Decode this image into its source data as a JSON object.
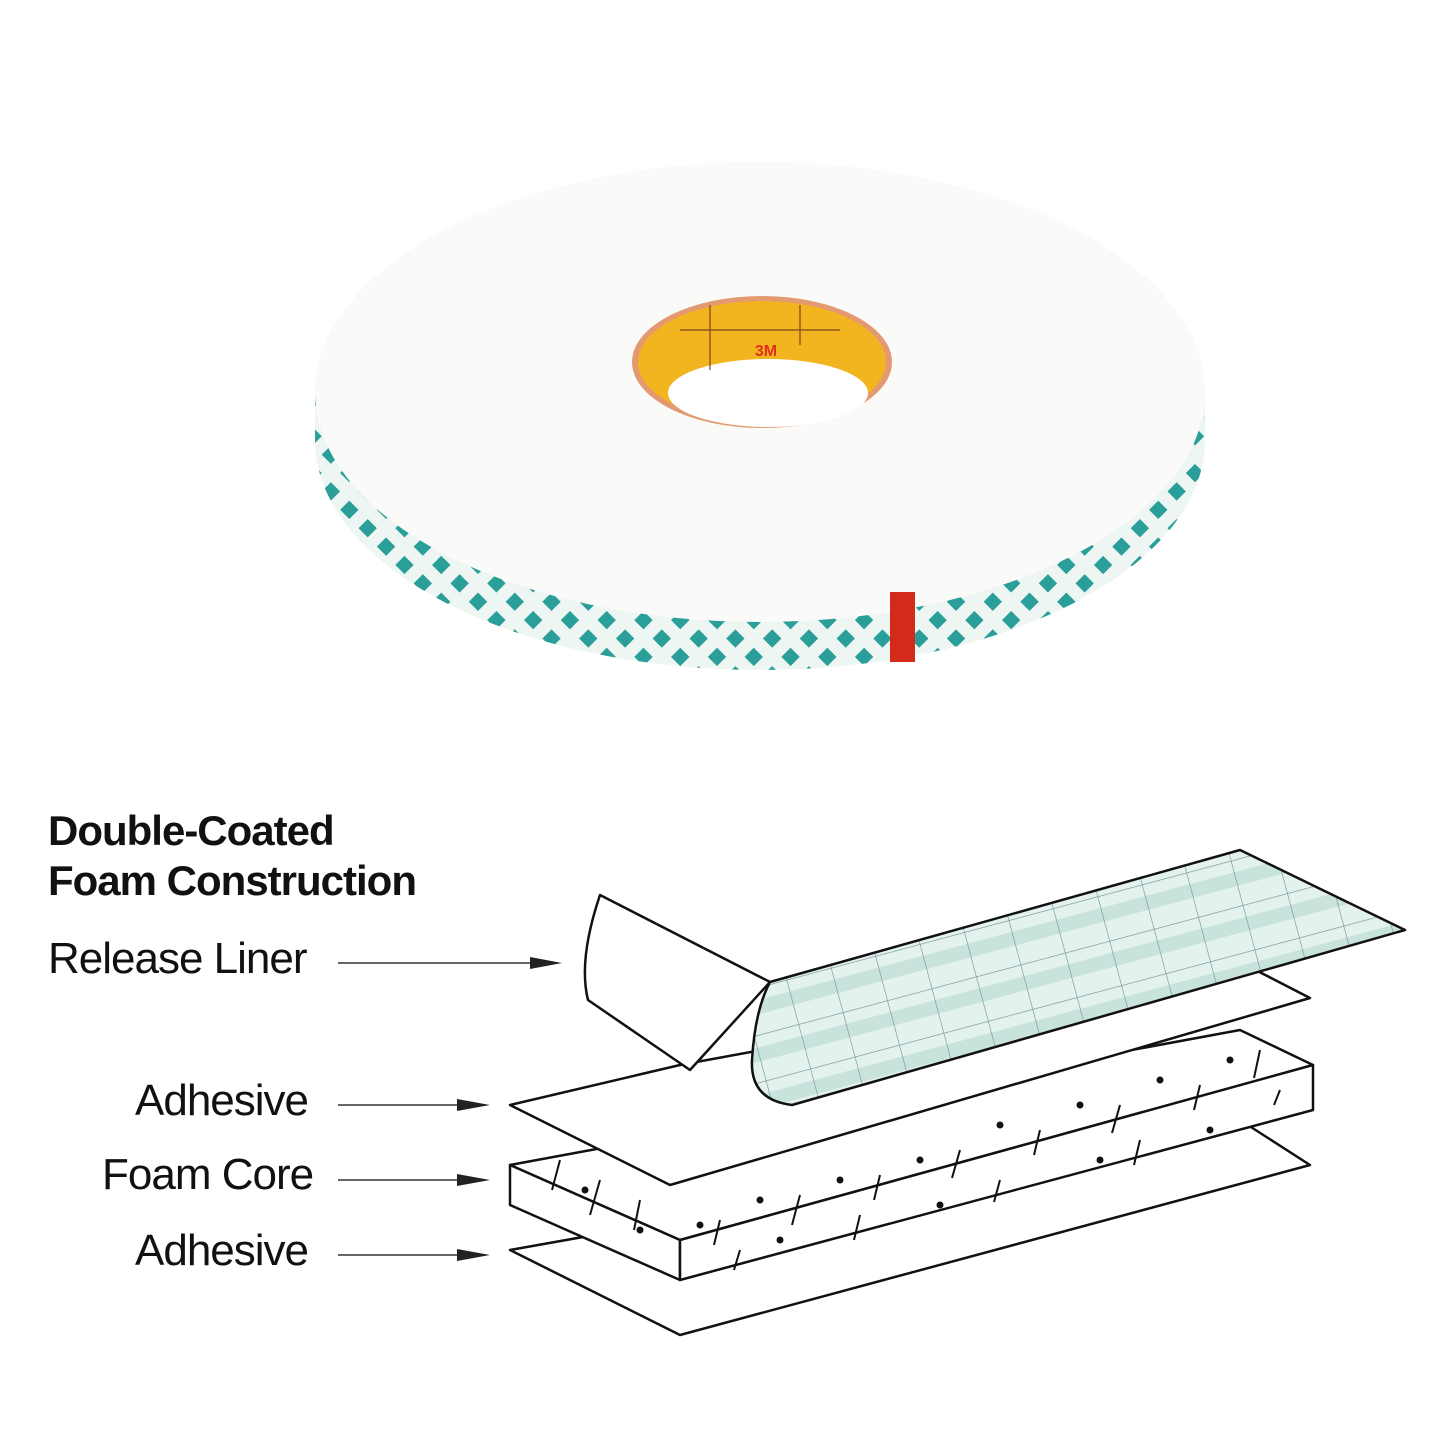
{
  "product_image": {
    "brand_mark": "3M",
    "colors": {
      "core": "#f3b51f",
      "core_rim": "#e39a70",
      "side_grid": "#2a9e98",
      "edge_tab": "#d42a1a"
    }
  },
  "diagram": {
    "title_line1": "Double-Coated",
    "title_line2": "Foam Construction",
    "layers": [
      {
        "label": "Release Liner"
      },
      {
        "label": "Adhesive"
      },
      {
        "label": "Foam Core"
      },
      {
        "label": "Adhesive"
      }
    ]
  }
}
